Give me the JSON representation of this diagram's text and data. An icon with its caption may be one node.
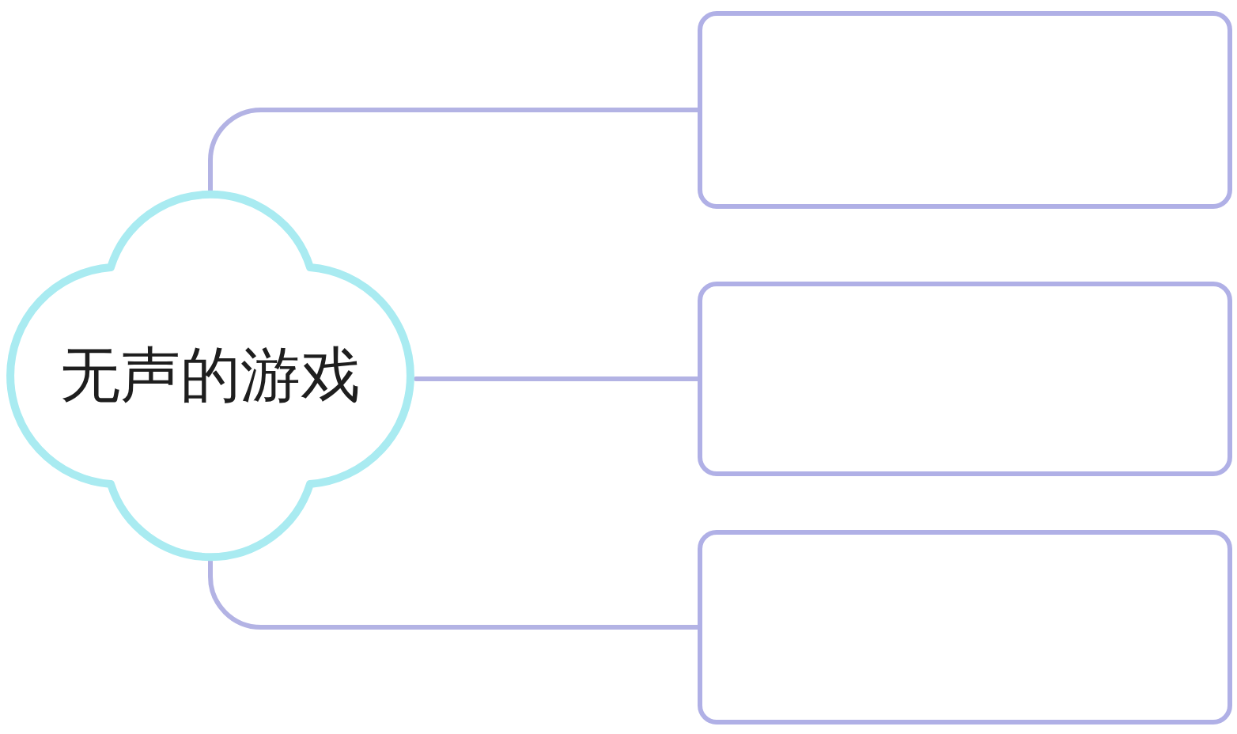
{
  "diagram": {
    "nodes": [
      {
        "text": [
          "无声的游戏"
        ]
      },
      {
        "text": [],
        "shape": "box"
      },
      {
        "text": [],
        "shape": "box"
      },
      {
        "text": [],
        "shape": "box"
      }
    ],
    "edges": [
      {
        "from": 0,
        "to": 1,
        "arrow": "none"
      },
      {
        "from": 0,
        "to": 2,
        "arrow": "none"
      },
      {
        "from": 0,
        "to": 3,
        "arrow": "none"
      }
    ]
  }
}
